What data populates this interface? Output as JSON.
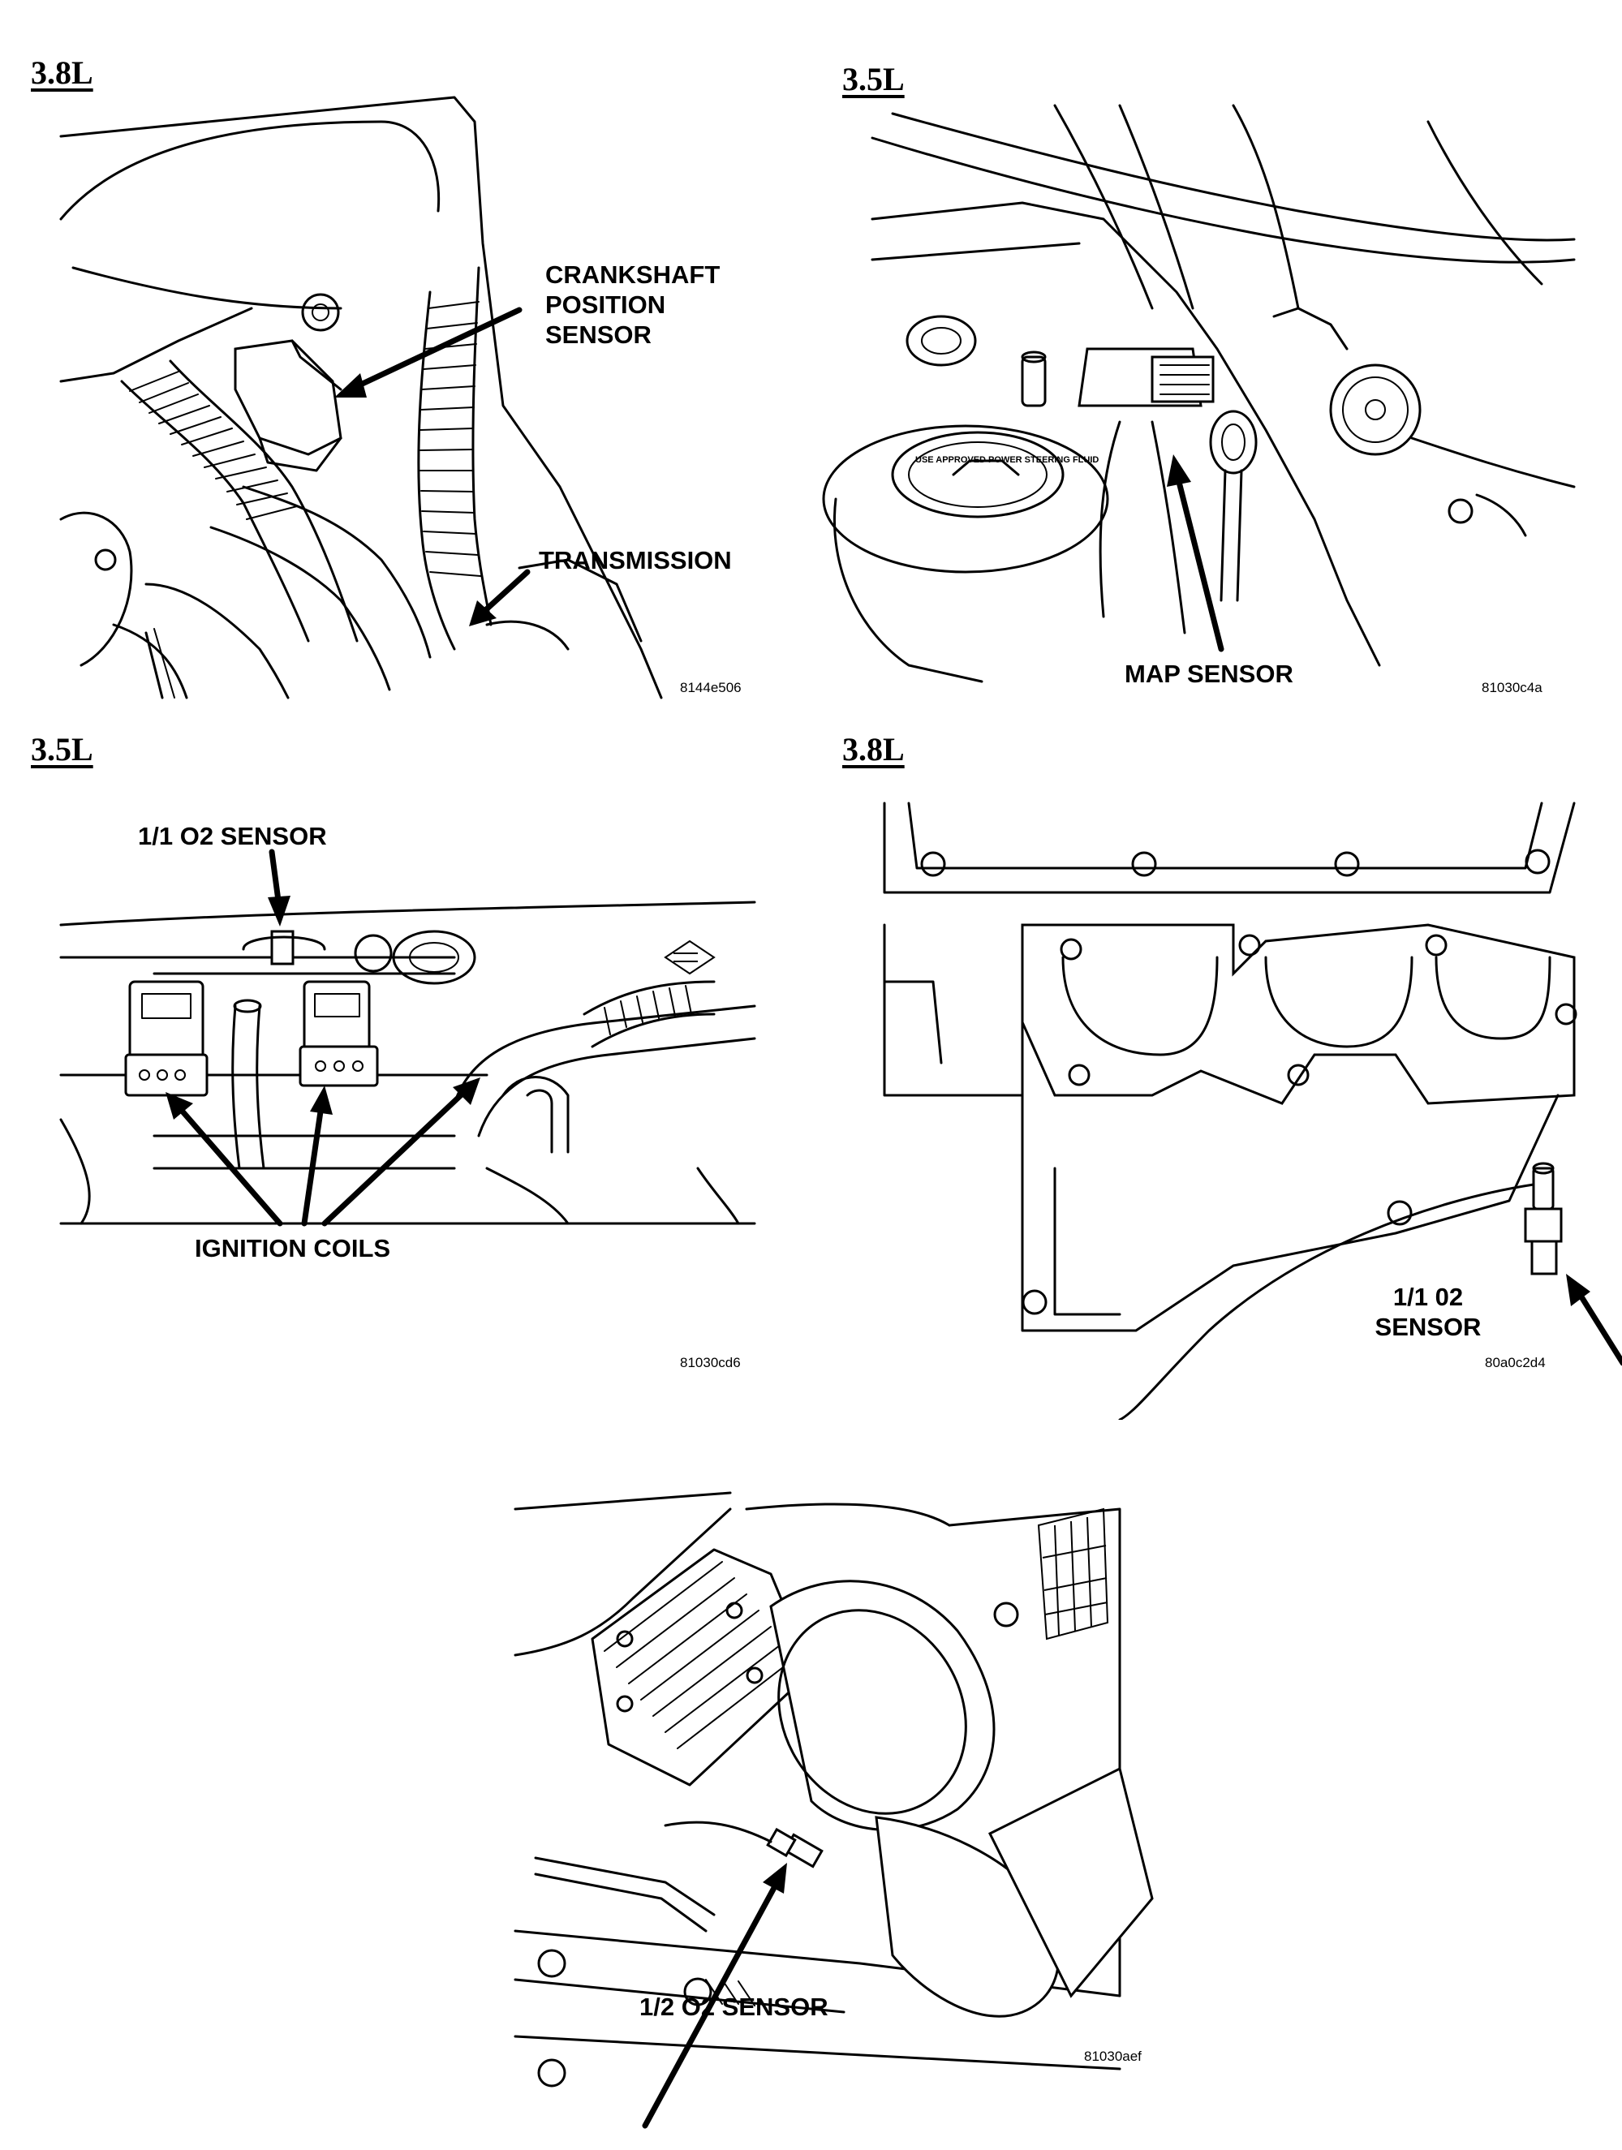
{
  "panels": [
    {
      "engine": "3.8L",
      "callouts": [
        "CRANKSHAFT\nPOSITION\nSENSOR",
        "TRANSMISSION"
      ],
      "figure_id": "8144e506"
    },
    {
      "engine": "3.5L",
      "callouts": [
        "MAP SENSOR"
      ],
      "cap_text": "USE APPROVED POWER STEERING FLUID",
      "figure_id": "81030c4a"
    },
    {
      "engine": "3.5L",
      "callouts": [
        "1/1 O2 SENSOR",
        "IGNITION COILS"
      ],
      "figure_id": "81030cd6"
    },
    {
      "engine": "3.8L",
      "callouts": [
        "1/1  02\nSENSOR"
      ],
      "figure_id": "80a0c2d4"
    },
    {
      "engine": "",
      "callouts": [
        "1/2 O2 SENSOR"
      ],
      "figure_id": "81030aef"
    }
  ]
}
